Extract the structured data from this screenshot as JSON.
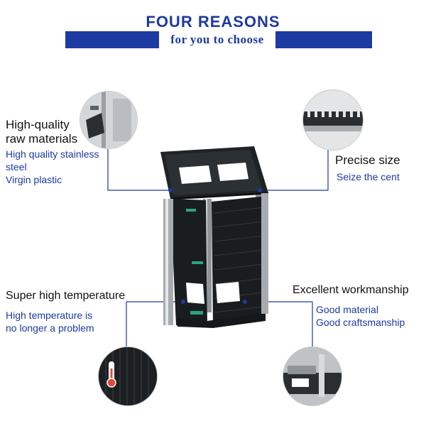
{
  "header": {
    "title": "FOUR REASONS",
    "subtitle": "for you to choose",
    "accent_color": "#1c3aa2"
  },
  "features": {
    "raw_materials": {
      "heading": "High-quality\nraw materials",
      "line1": "High quality stainless",
      "line2": "steel",
      "line3": "Virgin plastic"
    },
    "precise_size": {
      "heading": "Precise size",
      "line1": "Seize the cent"
    },
    "temperature": {
      "heading": "Super high temperature",
      "line1": "High temperature is",
      "line2": "no longer a problem",
      "icon": "thermometer-icon"
    },
    "workmanship": {
      "heading": "Excellent workmanship",
      "line1": "Good material",
      "line2": "Good craftsmanship"
    }
  }
}
